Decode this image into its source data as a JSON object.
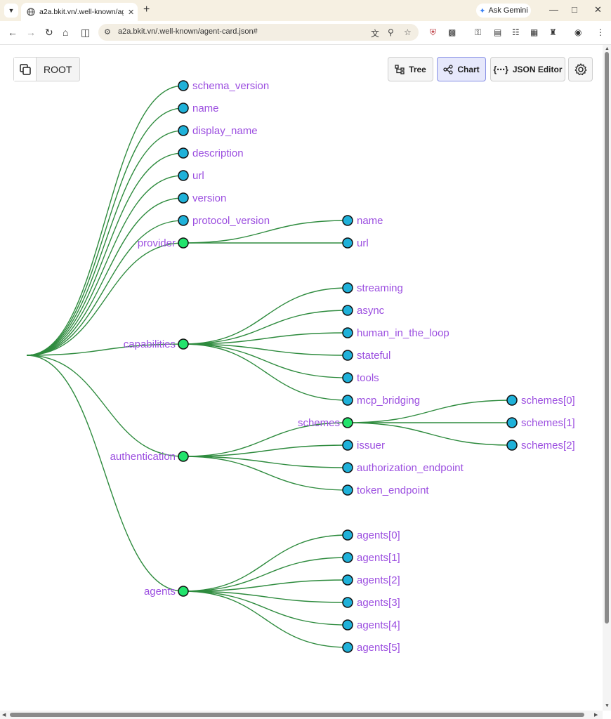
{
  "browser": {
    "tab_title": "a2a.bkit.vn/.well-known/agent-c",
    "url": "a2a.bkit.vn/.well-known/agent-card.json#",
    "ask_gemini_label": "Ask Gemini"
  },
  "toolbar": {
    "root_label": "ROOT",
    "tree_label": "Tree",
    "chart_label": "Chart",
    "json_editor_label": "JSON Editor",
    "active_view": "Chart"
  },
  "colors": {
    "edge": "#2e8b3e",
    "leaf_node": "#1fb1d9",
    "branch_node": "#22e36c",
    "label": "#9c4fe0",
    "active_button_bg": "#e6e8fb"
  },
  "tree": {
    "children": [
      {
        "name": "schema_version"
      },
      {
        "name": "name"
      },
      {
        "name": "display_name"
      },
      {
        "name": "description"
      },
      {
        "name": "url"
      },
      {
        "name": "version"
      },
      {
        "name": "protocol_version"
      },
      {
        "name": "provider",
        "children": [
          {
            "name": "name"
          },
          {
            "name": "url"
          }
        ]
      },
      {
        "name": "capabilities",
        "children": [
          {
            "name": "streaming"
          },
          {
            "name": "async"
          },
          {
            "name": "human_in_the_loop"
          },
          {
            "name": "stateful"
          },
          {
            "name": "tools"
          },
          {
            "name": "mcp_bridging"
          }
        ]
      },
      {
        "name": "authentication",
        "children": [
          {
            "name": "schemes",
            "children": [
              {
                "name": "schemes[0]"
              },
              {
                "name": "schemes[1]"
              },
              {
                "name": "schemes[2]"
              }
            ]
          },
          {
            "name": "issuer"
          },
          {
            "name": "authorization_endpoint"
          },
          {
            "name": "token_endpoint"
          }
        ]
      },
      {
        "name": "agents",
        "children": [
          {
            "name": "agents[0]"
          },
          {
            "name": "agents[1]"
          },
          {
            "name": "agents[2]"
          },
          {
            "name": "agents[3]"
          },
          {
            "name": "agents[4]"
          },
          {
            "name": "agents[5]"
          }
        ]
      }
    ]
  }
}
